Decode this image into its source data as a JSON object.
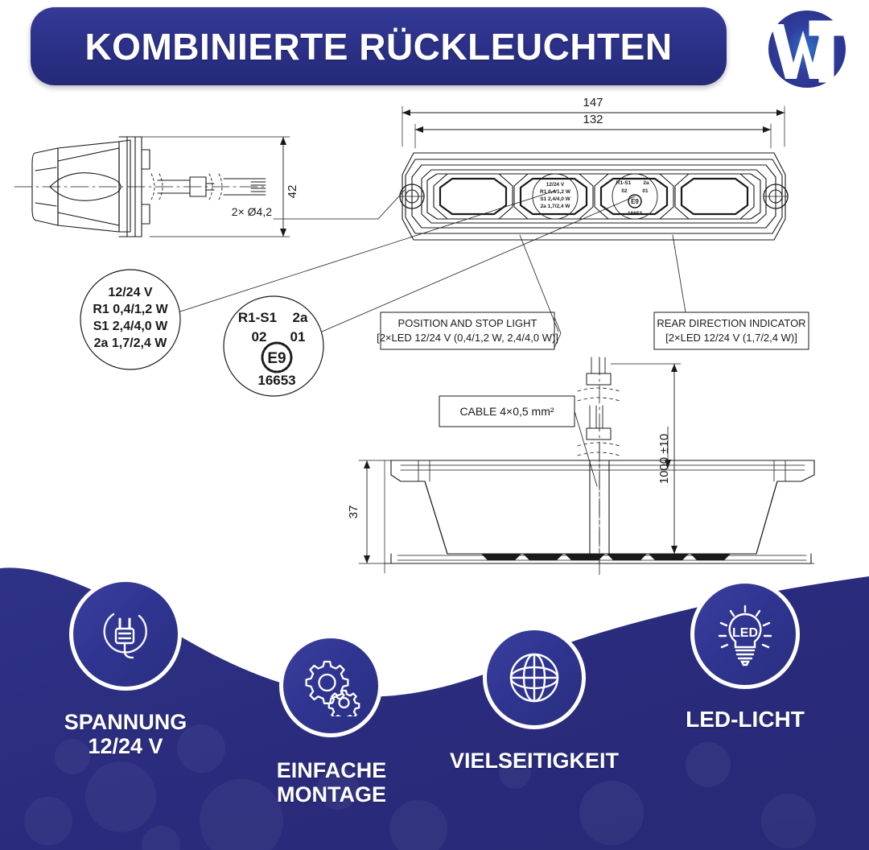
{
  "header": {
    "title": "KOMBINIERTE RÜCKLEUCHTEN",
    "logo_text": "WT",
    "banner_color": "#2b3087"
  },
  "drawing": {
    "dimensions": {
      "overall_width": "147",
      "body_width": "132",
      "side_height": "42",
      "section_height": "37",
      "cable_length": "1000 ±10",
      "mounting_holes": "2× Ø4,2"
    },
    "callout_rating": {
      "line1": "12/24 V",
      "line2": "R1 0,4/1,2 W",
      "line3": "S1 2,4/4,0 W",
      "line4": "2a 1,7/2,4 W"
    },
    "callout_emark": {
      "line1": "R1-S1",
      "line1b": "2a",
      "line2a": "02",
      "line2b": "01",
      "emark": "E9",
      "number": "16653"
    },
    "label_position_stop": {
      "line1": "POSITION AND STOP LIGHT",
      "line2": "[2×LED 12/24 V (0,4/1,2 W, 2,4/4,0 W)]"
    },
    "label_direction": {
      "line1": "REAR DIRECTION INDICATOR",
      "line2": "[2×LED 12/24 V (1,7/2,4 W)]"
    },
    "label_cable": "CABLE 4×0,5 mm²"
  },
  "features": {
    "background_color": "#2a2b7c",
    "items": [
      {
        "icon": "plug-icon",
        "label": "SPANNUNG\n12/24 V"
      },
      {
        "icon": "gears-icon",
        "label": "EINFACHE\nMONTAGE"
      },
      {
        "icon": "globe-icon",
        "label": "VIELSEITIGKEIT"
      },
      {
        "icon": "led-bulb-icon",
        "label": "LED-LICHT"
      }
    ]
  }
}
